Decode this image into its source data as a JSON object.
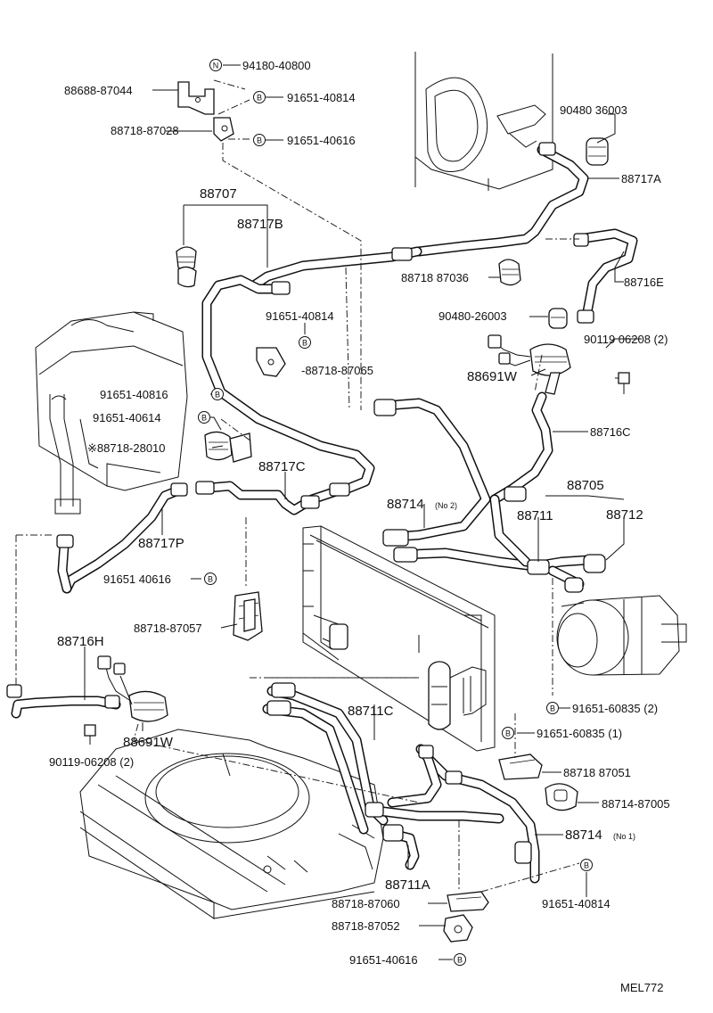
{
  "diagram_code": "MEL772",
  "labels": {
    "p9418040800": "94180-40800",
    "p8868887044": "88688-87044",
    "p9165140814a": "91651-40814",
    "p8871887028": "88718-87028",
    "p9165140616a": "91651-40616",
    "p9048036003": "90480 36003",
    "p88717A": "88717A",
    "p88707": "88707",
    "p88717B": "88717B",
    "p8871887036": "88718 87036",
    "p88716E": "88716E",
    "p9165140814b": "91651-40814",
    "p9048026003": "90480-26003",
    "p9011906208a": "90119 06208 (2)",
    "p8871887065": "-88718-87065",
    "p88691Wa": "88691W",
    "p9165140816": "91651-40816",
    "p9165140614": "91651-40614",
    "p8871828010": "※88718-28010",
    "p88716C": "88716C",
    "p88717C": "88717C",
    "p88705": "88705",
    "p88714no2": "88714",
    "p88714no2sub": "(No 2)",
    "p88711": "88711",
    "p88712": "88712",
    "p88717P": "88717P",
    "p9165140616b": "91651 40616",
    "p8871887057": "88718-87057",
    "p88716H": "88716H",
    "p9165160835a": "91651-60835 (2)",
    "p88711C": "88711C",
    "p9165160835b": "91651-60835 (1)",
    "p88691Wb": "88691W",
    "p9011906208b": "90119-06208 (2)",
    "p8871887051": "88718 87051",
    "p8871487005": "88714-87005",
    "p88714no1": "88714",
    "p88714no1sub": "(No 1)",
    "p88711A": "88711A",
    "p9165140814c": "91651-40814",
    "p8871887060": "88718-87060",
    "p8871887052": "88718-87052",
    "p9165140616c": "91651-40616"
  },
  "symbols": {
    "nut_marker": "N",
    "bolt_marker": "B"
  }
}
